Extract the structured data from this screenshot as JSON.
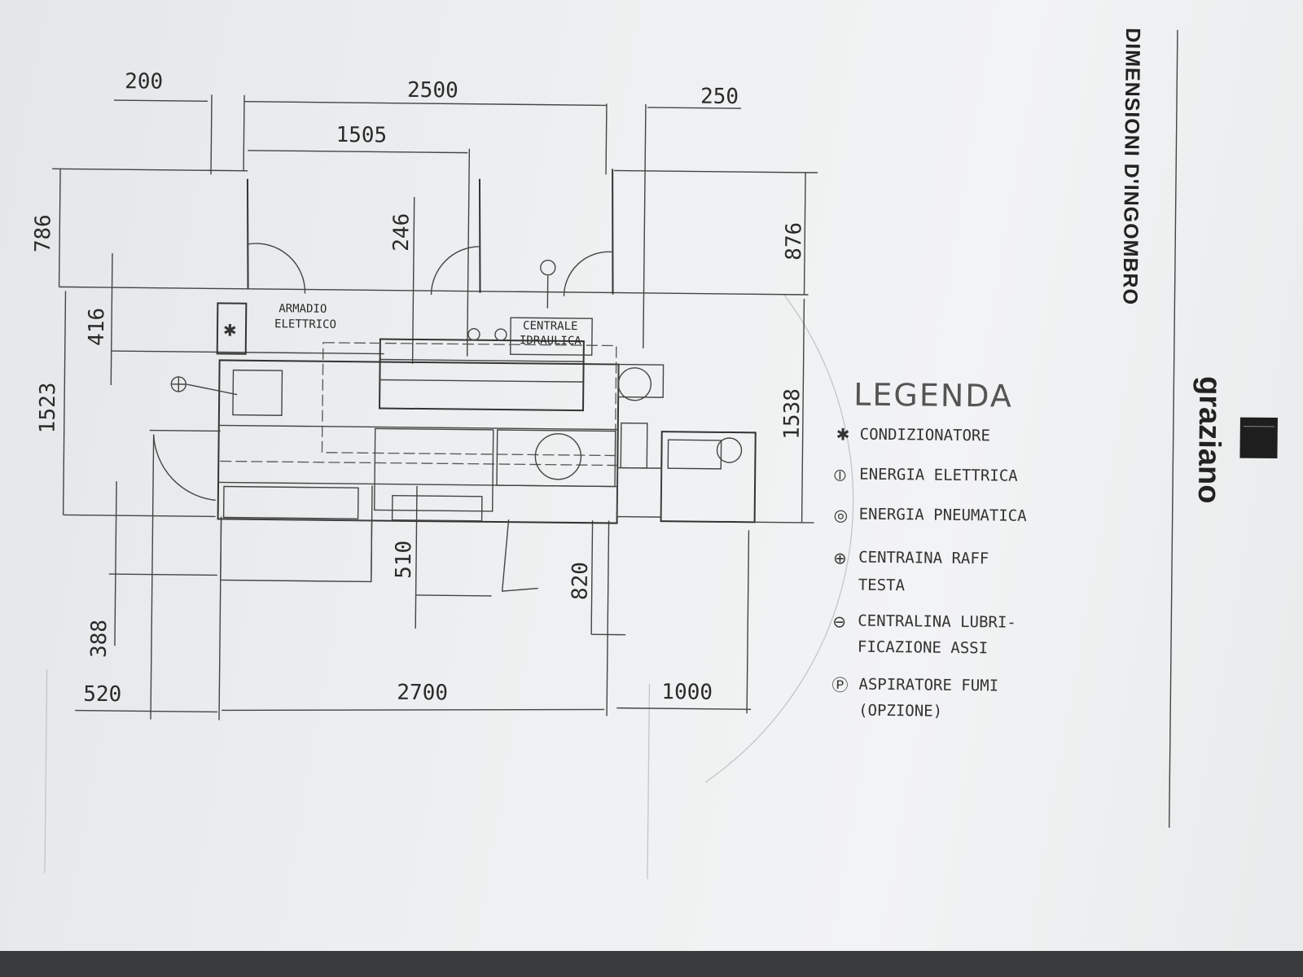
{
  "document": {
    "title": "DIMENSIONI D'INGOMBRO",
    "brand": "graziano"
  },
  "dimensions": {
    "top": [
      "200",
      "2500",
      "250",
      "1505"
    ],
    "left": [
      "786",
      "416",
      "1523",
      "388"
    ],
    "inner": [
      "246",
      "510",
      "820"
    ],
    "right": [
      "876",
      "1538"
    ],
    "bottom": [
      "520",
      "2700",
      "1000"
    ]
  },
  "labels": {
    "armadio_line1": "ARMADIO",
    "armadio_line2": "ELETTRICO",
    "centrale_line1": "CENTRALE",
    "centrale_line2": "IDRAULICA"
  },
  "legend": {
    "title": "LEGENDA",
    "items": [
      {
        "symbol": "✱",
        "line1": "CONDIZIONATORE",
        "line2": ""
      },
      {
        "symbol": "⦶",
        "line1": "ENERGIA ELETTRICA",
        "line2": ""
      },
      {
        "symbol": "◎",
        "line1": "ENERGIA PNEUMATICA",
        "line2": ""
      },
      {
        "symbol": "⊕",
        "line1": "CENTRAINA RAFF",
        "line2": "TESTA"
      },
      {
        "symbol": "⊖",
        "line1": "CENTRALINA LUBRI-",
        "line2": "FICAZIONE ASSI"
      },
      {
        "symbol": "Ⓟ",
        "line1": "ASPIRATORE FUMI",
        "line2": "(OPZIONE)"
      }
    ]
  }
}
